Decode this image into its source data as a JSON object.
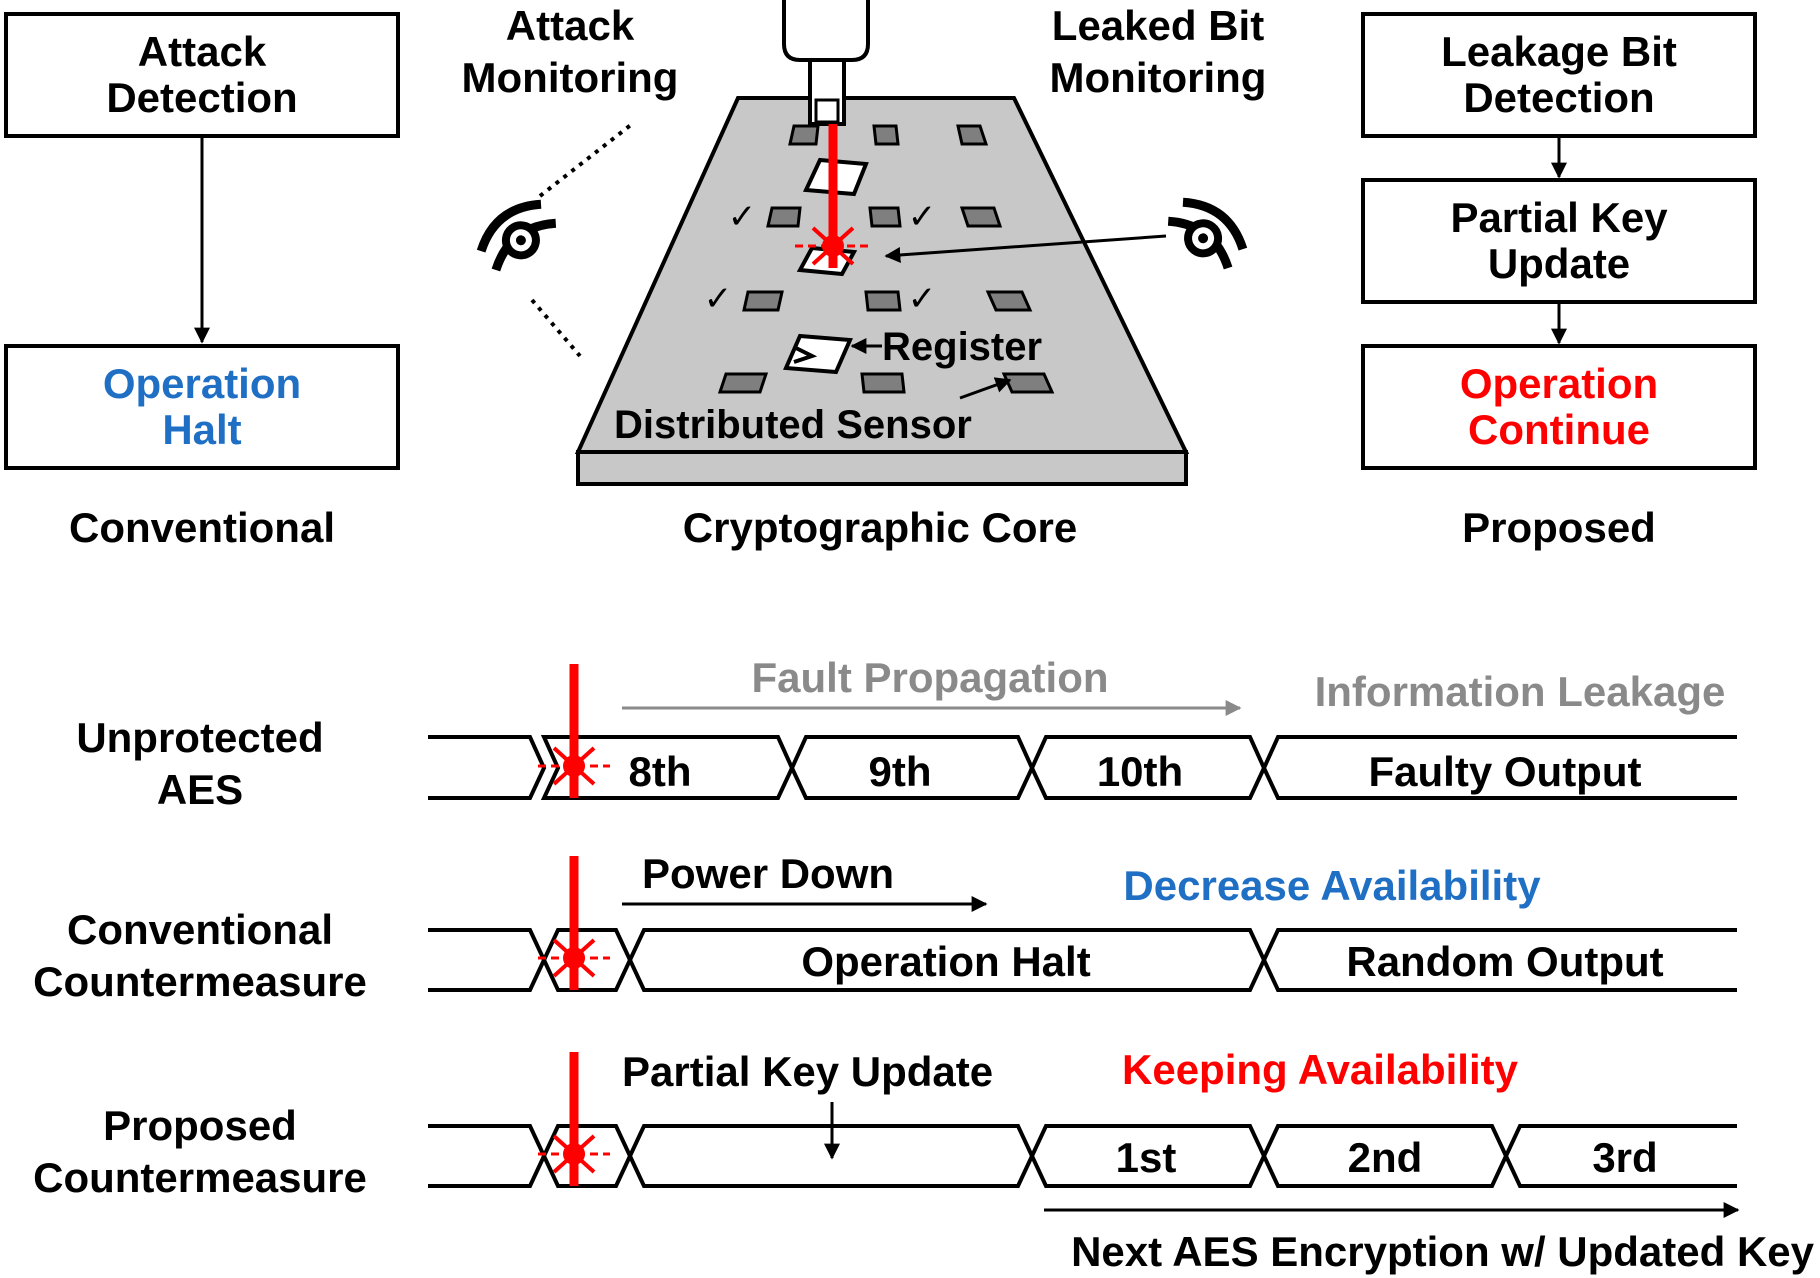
{
  "colors": {
    "black": "#000000",
    "laser_red": "#ff0000",
    "halt_blue": "#1f6fc4",
    "gray_text": "#8a8a8a",
    "chip_gray": "#c8c8c8",
    "sensor_gray": "#7f7f7f"
  },
  "top": {
    "conventional": {
      "box1": [
        "Attack",
        "Detection"
      ],
      "box2": [
        "Operation",
        "Halt"
      ],
      "caption": "Conventional"
    },
    "center": {
      "attack_monitoring": [
        "Attack",
        "Monitoring"
      ],
      "leaked_bit_monitoring": [
        "Leaked Bit",
        "Monitoring"
      ],
      "register_label": "Register",
      "sensor_label": "Distributed Sensor",
      "caption": "Cryptographic Core",
      "check_mark": "✓"
    },
    "proposed": {
      "box1": [
        "Leakage Bit",
        "Detection"
      ],
      "box2": [
        "Partial Key",
        "Update"
      ],
      "box3": [
        "Operation",
        "Continue"
      ],
      "caption": "Proposed"
    }
  },
  "timeline": {
    "unprotected": {
      "label": [
        "Unprotected",
        "AES"
      ],
      "annotation": "Fault Propagation",
      "note": "Information Leakage",
      "segments": [
        "8th",
        "9th",
        "10th",
        "Faulty Output"
      ]
    },
    "conventional": {
      "label": [
        "Conventional",
        "Countermeasure"
      ],
      "annotation": "Power Down",
      "note": "Decrease Availability",
      "segments": [
        "Operation Halt",
        "Random Output"
      ]
    },
    "proposed": {
      "label": [
        "Proposed",
        "Countermeasure"
      ],
      "annotation": "Partial Key Update",
      "note": "Keeping Availability",
      "segments": [
        "1st",
        "2nd",
        "3rd"
      ],
      "footer": "Next AES Encryption w/ Updated Key"
    }
  }
}
